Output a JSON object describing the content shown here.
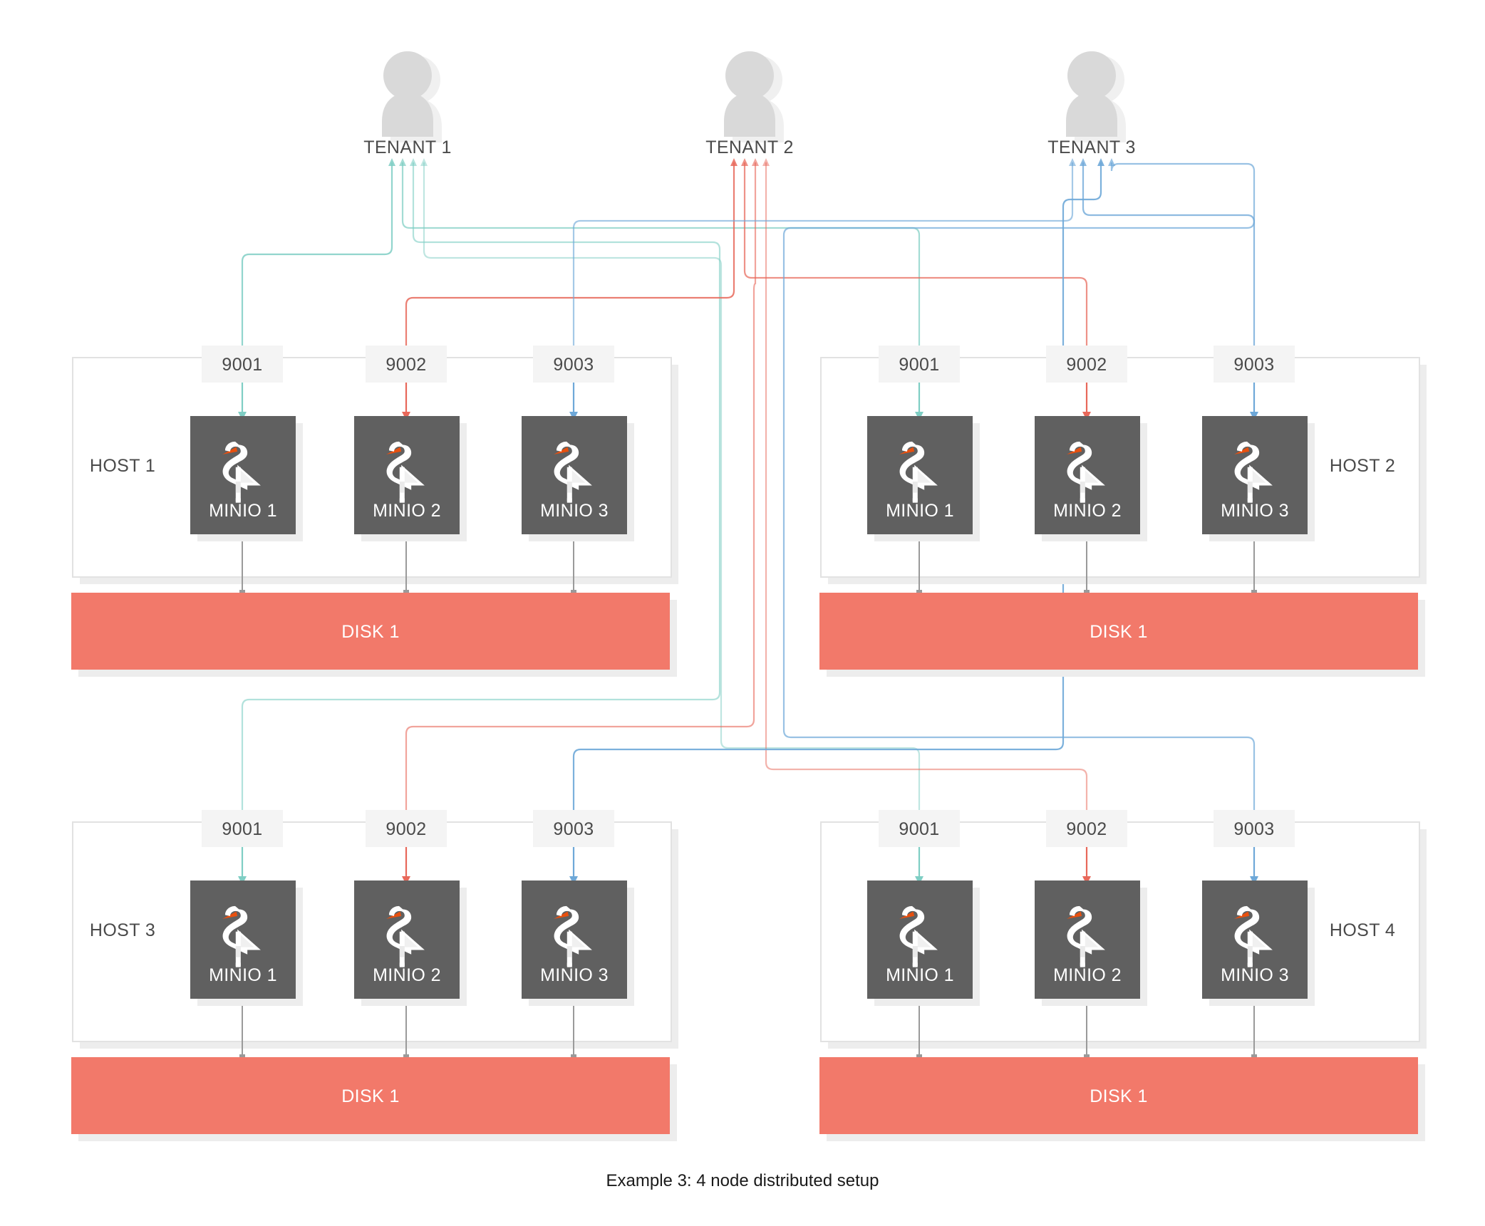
{
  "diagram": {
    "caption": "Example 3: 4 node distributed setup",
    "colors": {
      "tenant1": "#7fcec4",
      "tenant2": "#e8685a",
      "tenant3": "#6ea8d8",
      "minio_box": "#606060",
      "disk_bar": "#F2796A",
      "panel_border": "#e2e2e2",
      "shadow": "#e8e8e8",
      "port_box": "#f4f4f4",
      "connector": "#9a9a9a",
      "avatar": "#d9d9d9",
      "text": "#4a4a4a"
    },
    "tenants": [
      {
        "id": "tenant-1",
        "label": "TENANT 1",
        "color": "#7fcec4",
        "port": "9001",
        "arrows": 4
      },
      {
        "id": "tenant-2",
        "label": "TENANT 2",
        "color": "#e8685a",
        "port": "9002",
        "arrows": 4
      },
      {
        "id": "tenant-3",
        "label": "TENANT 3",
        "color": "#6ea8d8",
        "port": "9003",
        "arrows": 4
      }
    ],
    "hosts": [
      {
        "id": "host-1",
        "label": "HOST 1",
        "label_side": "left",
        "disk": {
          "label": "DISK 1"
        },
        "nodes": [
          {
            "port": "9001",
            "label": "MINIO 1",
            "tenant": "TENANT 1",
            "color": "#7fcec4"
          },
          {
            "port": "9002",
            "label": "MINIO 2",
            "tenant": "TENANT 2",
            "color": "#e8685a"
          },
          {
            "port": "9003",
            "label": "MINIO 3",
            "tenant": "TENANT 3",
            "color": "#6ea8d8"
          }
        ]
      },
      {
        "id": "host-2",
        "label": "HOST 2",
        "label_side": "right",
        "disk": {
          "label": "DISK 1"
        },
        "nodes": [
          {
            "port": "9001",
            "label": "MINIO 1",
            "tenant": "TENANT 1",
            "color": "#7fcec4"
          },
          {
            "port": "9002",
            "label": "MINIO 2",
            "tenant": "TENANT 2",
            "color": "#e8685a"
          },
          {
            "port": "9003",
            "label": "MINIO 3",
            "tenant": "TENANT 3",
            "color": "#6ea8d8"
          }
        ]
      },
      {
        "id": "host-3",
        "label": "HOST 3",
        "label_side": "left",
        "disk": {
          "label": "DISK 1"
        },
        "nodes": [
          {
            "port": "9001",
            "label": "MINIO 1",
            "tenant": "TENANT 1",
            "color": "#7fcec4"
          },
          {
            "port": "9002",
            "label": "MINIO 2",
            "tenant": "TENANT 2",
            "color": "#e8685a"
          },
          {
            "port": "9003",
            "label": "MINIO 3",
            "tenant": "TENANT 3",
            "color": "#6ea8d8"
          }
        ]
      },
      {
        "id": "host-4",
        "label": "HOST 4",
        "label_side": "right",
        "disk": {
          "label": "DISK 1"
        },
        "nodes": [
          {
            "port": "9001",
            "label": "MINIO 1",
            "tenant": "TENANT 1",
            "color": "#7fcec4"
          },
          {
            "port": "9002",
            "label": "MINIO 2",
            "tenant": "TENANT 2",
            "color": "#e8685a"
          },
          {
            "port": "9003",
            "label": "MINIO 3",
            "tenant": "TENANT 3",
            "color": "#6ea8d8"
          }
        ]
      }
    ],
    "icons": {
      "tenant": "user-avatar-icon",
      "node": "minio-stork-logo-icon"
    }
  }
}
